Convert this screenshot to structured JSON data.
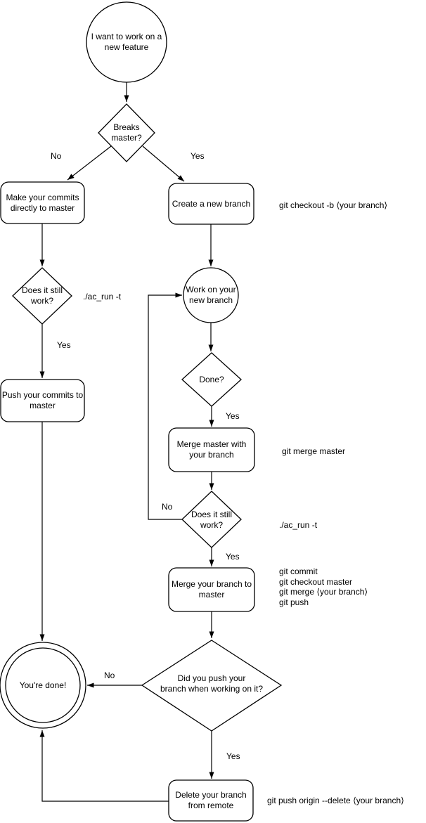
{
  "diagram": {
    "background_color": "#ffffff",
    "stroke_color": "#000000",
    "text_color": "#000000"
  },
  "nodes": {
    "start": {
      "type": "circle",
      "label": "I want to work on a\nnew feature"
    },
    "breaks_master": {
      "type": "decision",
      "label": "Breaks\nmaster?"
    },
    "commit_master": {
      "type": "process",
      "label": "Make your commits\ndirectly to master"
    },
    "create_branch": {
      "type": "process",
      "label": "Create a new branch"
    },
    "still_work_1": {
      "type": "decision",
      "label": "Does it still\nwork?"
    },
    "push_commits": {
      "type": "process",
      "label": "Push your commits to\nmaster"
    },
    "work_branch": {
      "type": "circle",
      "label": "Work on your\nnew branch"
    },
    "done_q": {
      "type": "decision",
      "label": "Done?"
    },
    "merge_master": {
      "type": "process",
      "label": "Merge master with\nyour branch"
    },
    "still_work_2": {
      "type": "decision",
      "label": "Does it still\nwork?"
    },
    "merge_branch": {
      "type": "process",
      "label": "Merge your branch to\nmaster"
    },
    "did_push": {
      "type": "decision",
      "label": "Did you push your\nbranch when working on it?"
    },
    "youre_done": {
      "type": "terminal",
      "label": "You're done!"
    },
    "delete_remote": {
      "type": "process",
      "label": "Delete your branch\nfrom remote"
    }
  },
  "edge_labels": {
    "breaks_no": "No",
    "breaks_yes": "Yes",
    "still_work_1_yes": "Yes",
    "done_yes": "Yes",
    "still_work_2_no": "No",
    "still_work_2_yes": "Yes",
    "did_push_no": "No",
    "did_push_yes": "Yes"
  },
  "annotations": {
    "checkout_branch": "git checkout -b ⟨your branch⟩",
    "ac_run_1": "./ac_run -t",
    "merge_master_cmd": "git merge master",
    "ac_run_2": "./ac_run -t",
    "merge_push_cmds": [
      "git commit",
      "git checkout master",
      "git merge ⟨your branch⟩",
      "git push"
    ],
    "delete_remote_cmd": "git push origin --delete ⟨your branch⟩"
  }
}
